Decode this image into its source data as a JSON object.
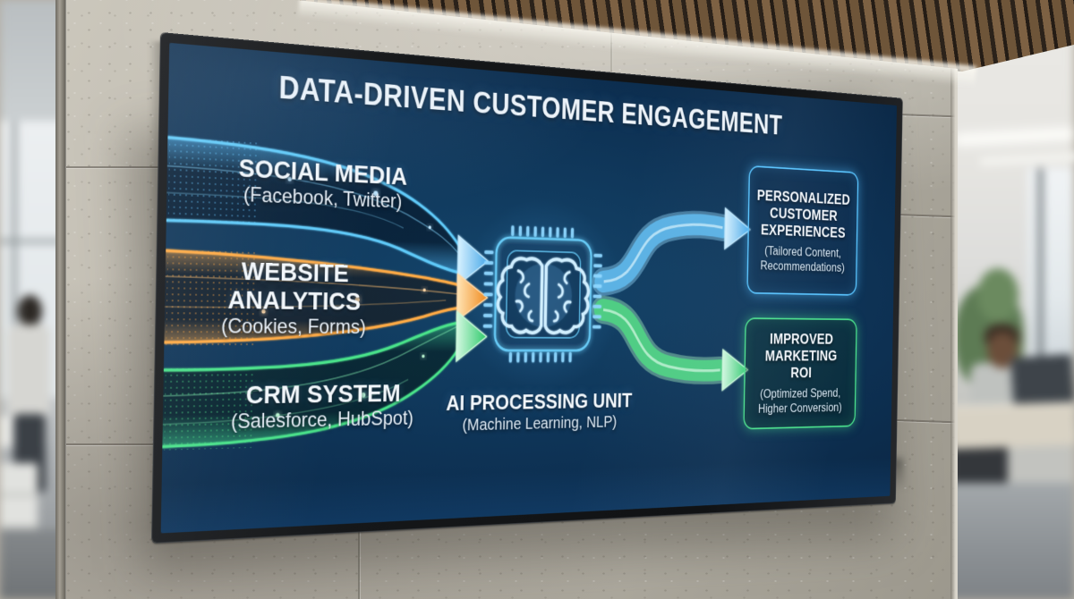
{
  "display": {
    "title": "DATA-DRIVEN CUSTOMER ENGAGEMENT",
    "sources": [
      {
        "name": "SOCIAL MEDIA",
        "detail": "(Facebook, Twitter)",
        "color": "#3fb4f0",
        "icon": "data-stream-blue"
      },
      {
        "name": "WEBSITE ANALYTICS",
        "detail": "(Cookies, Forms)",
        "color": "#f09b3a",
        "icon": "data-stream-orange"
      },
      {
        "name": "CRM SYSTEM",
        "detail": "(Salesforce, HubSpot)",
        "color": "#3ed47e",
        "icon": "data-stream-green"
      }
    ],
    "processor": {
      "name": "AI PROCESSING UNIT",
      "detail": "(Machine Learning, NLP)",
      "icon": "brain-chip-icon",
      "color": "#66c9f5"
    },
    "outcomes": [
      {
        "name": "PERSONALIZED CUSTOMER EXPERIENCES",
        "detail": "(Tailored Content, Recommendations)",
        "color": "#58c4ff"
      },
      {
        "name": "IMPROVED MARKETING ROI",
        "detail": "(Optimized Spend, Higher Conversion)",
        "color": "#4ae08c"
      }
    ]
  }
}
